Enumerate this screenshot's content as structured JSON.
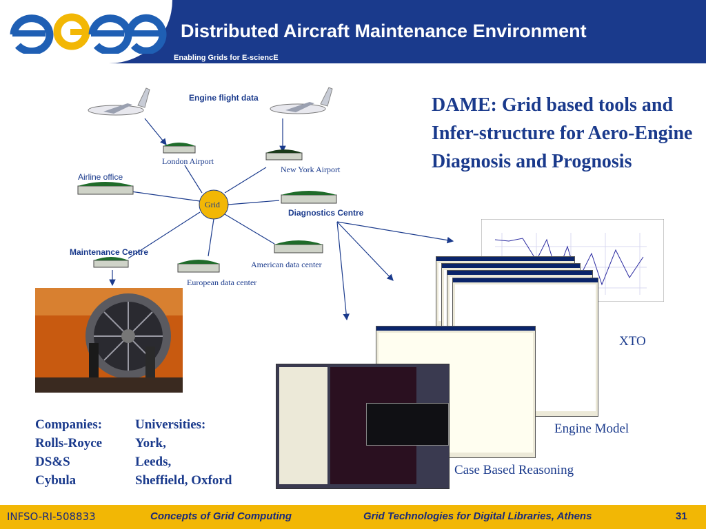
{
  "header": {
    "logo_text": "egee",
    "title": "Distributed Aircraft  Maintenance Environment",
    "subtitle": "Enabling Grids for E-sciencE"
  },
  "diagram": {
    "hub_label": "Grid",
    "engine_flight_data": "Engine flight data",
    "london_airport": "London Airport",
    "new_york_airport": "New York Airport",
    "airline_office": "Airline office",
    "diagnostics_centre": "Diagnostics Centre",
    "maintenance_centre": "Maintenance Centre",
    "american_data_center": "American data center",
    "european_data_center": "European data center"
  },
  "dame_heading": "DAME: Grid based tools and Infer-structure for Aero-Engine Diagnosis and Prognosis",
  "screenshot_labels": {
    "xto": "XTO",
    "engine_model": "Engine Model",
    "case_based_reasoning": "Case Based Reasoning"
  },
  "partners": {
    "companies_heading": "Companies:",
    "companies": "Rolls-Royce\nDS&S\nCybula",
    "universities_heading": "Universities:",
    "universities": "York,\nLeeds,\nSheffield, Oxford"
  },
  "footer": {
    "id": "INFSO-RI-508833",
    "center": "Concepts of Grid Computing",
    "right": "Grid Technologies for Digital Libraries, Athens",
    "page": "31"
  },
  "colors": {
    "header_blue": "#1a3a8c",
    "footer_gold": "#f2b705",
    "grid_hub": "#f2b705"
  }
}
